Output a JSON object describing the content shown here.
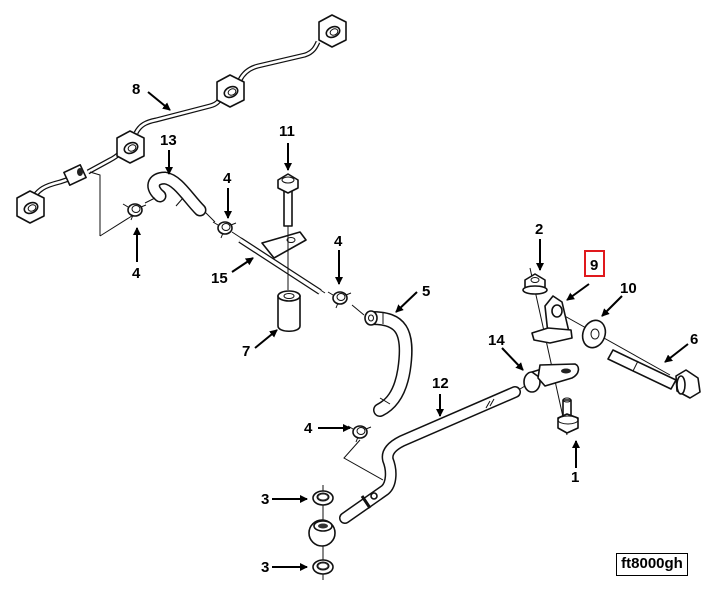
{
  "diagram": {
    "type": "exploded-parts-diagram",
    "reference_code": "ft8000gh",
    "highlight_color": "#e0191d",
    "highlighted_callout": "9",
    "callouts": [
      {
        "id": "c8",
        "label": "8"
      },
      {
        "id": "c13",
        "label": "13"
      },
      {
        "id": "c11",
        "label": "11"
      },
      {
        "id": "c4a",
        "label": "4"
      },
      {
        "id": "c4b",
        "label": "4"
      },
      {
        "id": "c4c",
        "label": "4"
      },
      {
        "id": "c4d",
        "label": "4"
      },
      {
        "id": "c15",
        "label": "15"
      },
      {
        "id": "c7",
        "label": "7"
      },
      {
        "id": "c5",
        "label": "5"
      },
      {
        "id": "c2",
        "label": "2"
      },
      {
        "id": "c9",
        "label": "9"
      },
      {
        "id": "c10",
        "label": "10"
      },
      {
        "id": "c6",
        "label": "6"
      },
      {
        "id": "c14",
        "label": "14"
      },
      {
        "id": "c12",
        "label": "12"
      },
      {
        "id": "c1",
        "label": "1"
      },
      {
        "id": "c3a",
        "label": "3"
      },
      {
        "id": "c3b",
        "label": "3"
      }
    ]
  }
}
